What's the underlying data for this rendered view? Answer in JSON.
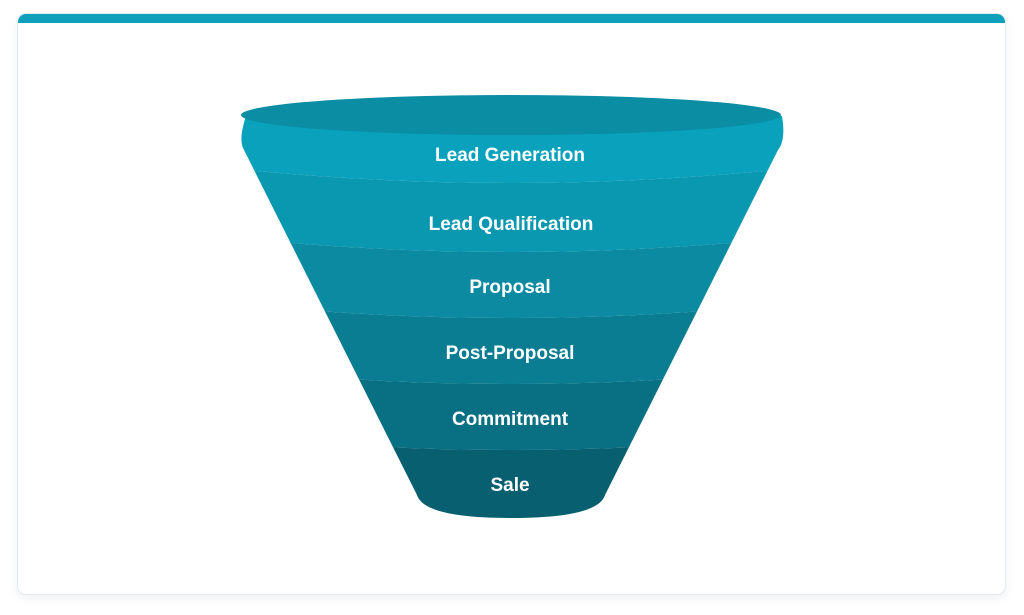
{
  "diagram": {
    "stages": [
      {
        "label": "Lead Generation",
        "color": "#0aa1bd"
      },
      {
        "label": "Lead Qualification",
        "color": "#0a97b0"
      },
      {
        "label": "Proposal",
        "color": "#0b8aa1"
      },
      {
        "label": "Post-Proposal",
        "color": "#0a7d92"
      },
      {
        "label": "Commitment",
        "color": "#096f83"
      },
      {
        "label": "Sale",
        "color": "#075f70"
      }
    ],
    "rim_color": "#0b8da3",
    "accent_bar_color": "#0e9fbb"
  }
}
